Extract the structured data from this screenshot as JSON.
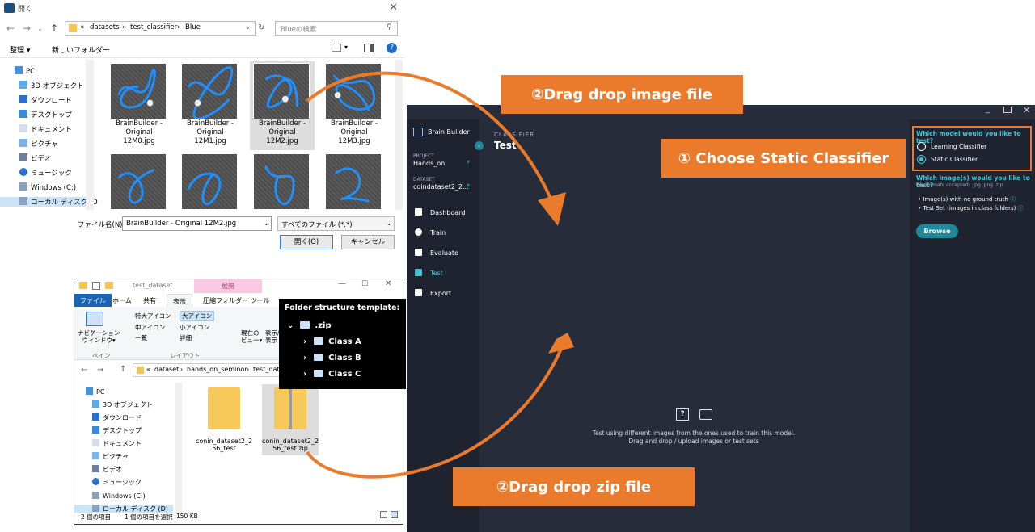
{
  "dialog": {
    "title": "開く",
    "address": {
      "crumbs": [
        "«",
        "datasets",
        "›",
        "test_classifier",
        "›",
        "Blue"
      ]
    },
    "search_placeholder": "Blueの検索",
    "toolbar": {
      "organize": "整理 ▾",
      "new_folder": "新しいフォルダー"
    },
    "tree": [
      "PC",
      "3D オブジェクト",
      "ダウンロード",
      "デスクトップ",
      "ドキュメント",
      "ピクチャ",
      "ビデオ",
      "ミュージック",
      "Windows (C:)",
      "ローカル ディスク (D"
    ],
    "files": [
      {
        "name": "BrainBuilder - Original 12M0.jpg",
        "l1": "BrainBuilder -",
        "l2": "Original",
        "l3": "12M0.jpg"
      },
      {
        "name": "BrainBuilder - Original 12M1.jpg",
        "l1": "BrainBuilder -",
        "l2": "Original",
        "l3": "12M1.jpg"
      },
      {
        "name": "BrainBuilder - Original 12M2.jpg",
        "l1": "BrainBuilder -",
        "l2": "Original",
        "l3": "12M2.jpg"
      },
      {
        "name": "BrainBuilder - Original 12M3.jpg",
        "l1": "BrainBuilder -",
        "l2": "Original",
        "l3": "12M3.jpg"
      }
    ],
    "filename_label": "ファイル名(N):",
    "filename_value": "BrainBuilder - Original 12M2.jpg",
    "filetype_value": "すべてのファイル (*.*)",
    "open_button": "開く(O)",
    "cancel_button": "キャンセル"
  },
  "explorer": {
    "title": "test_dataset",
    "context_tab": "展開",
    "tabs": [
      "ファイル",
      "ホーム",
      "共有",
      "表示",
      "圧縮フォルダー ツール"
    ],
    "ribbon": {
      "nav_pane": "ナビゲーション\nウィンドウ▾",
      "pane_group": "ペイン",
      "layout_items": [
        "特大アイコン",
        "大アイコン",
        "中アイコン",
        "小アイコン",
        "一覧",
        "詳細"
      ],
      "layout_group": "レイアウト",
      "current_view": "現在の\nビュー▾",
      "show_hide": "表示/\n表示"
    },
    "address": [
      "«",
      "dataset",
      "›",
      "hands_on_seminor",
      "›",
      "test_datas"
    ],
    "tree": [
      "PC",
      "3D オブジェクト",
      "ダウンロード",
      "デスクトップ",
      "ドキュメント",
      "ピクチャ",
      "ビデオ",
      "ミュージック",
      "Windows (C:)",
      "ローカル ディスク (D)"
    ],
    "items": [
      {
        "l1": "conin_dataset2_2",
        "l2": "56_test"
      },
      {
        "l1": "conin_dataset2_2",
        "l2": "56_test.zip"
      }
    ],
    "status": {
      "count": "2 個の項目",
      "selected": "1 個の項目を選択",
      "size": "150 KB"
    }
  },
  "template": {
    "title": "Folder structure template:",
    "root": ".zip",
    "classes": [
      "Class A",
      "Class B",
      "Class C"
    ]
  },
  "brainbuilder": {
    "logo": "Brain Builder",
    "project_label": "PROJECT",
    "project_value": "Hands_on",
    "dataset_label": "DATASET",
    "dataset_value": "coindataset2_2...",
    "menu": [
      "Dashboard",
      "Train",
      "Evaluate",
      "Test",
      "Export"
    ],
    "active_menu": "Test",
    "section_label": "CLASSIFIER",
    "page_title": "Test",
    "model_question": "Which model would you like to test?",
    "options": [
      "Learning Classifier",
      "Static Classifier"
    ],
    "selected_option": "Static Classifier",
    "image_question": "Which image(s) would you like to test?",
    "formats": "File formats accepted: .jpg .png .zip",
    "bullets": [
      "Image(s) with no ground truth",
      "Test Set (images in class folders)"
    ],
    "browse": "Browse",
    "empty_line1": "Test using different images from the ones used to train this model.",
    "empty_line2": "Drag and drop / upload images or test sets",
    "accent": "#1c8a9a"
  },
  "callouts": {
    "drag_image": "②Drag drop image file",
    "choose": "① Choose Static Classifier",
    "drag_zip": "②Drag drop zip file",
    "color": "#ea7b2d"
  }
}
